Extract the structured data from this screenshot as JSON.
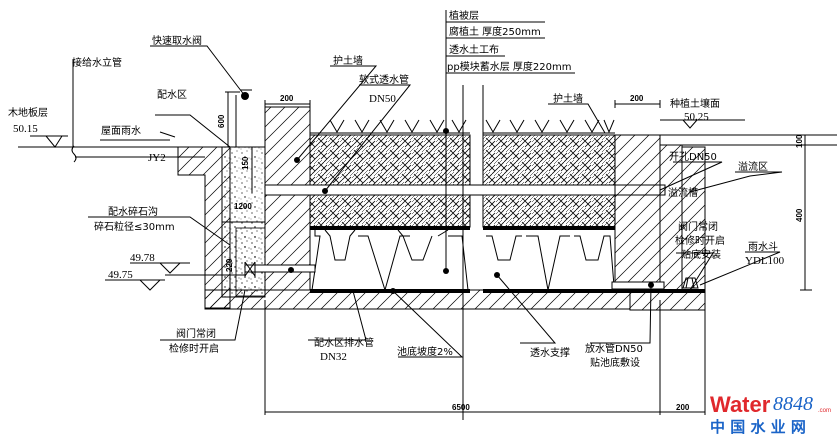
{
  "drawing": {
    "title": "屋顶花园蓄排水构造剖面",
    "labels": {
      "quick_valve": "快速取水阀",
      "supply_riser": "接给水立管",
      "wood_floor": "木地板层",
      "wood_floor_elev": "50.15",
      "distribution_zone": "配水区",
      "roof_rain": "屋面雨水",
      "pipe_jy2": "JY2",
      "retaining_wall_left": "护土墙",
      "soft_drain_pipe": "软式透水管",
      "soft_drain_pipe_size": "DN50",
      "planting_layer": "植被层",
      "soil_layer": "腐植土 厚度250mm",
      "geotextile": "透水土工布",
      "pp_module": "pp模块蓄水层 厚度220mm",
      "retaining_wall_right": "护土墙",
      "planting_surface": "种植土壤面",
      "planting_surface_elev": "50.25",
      "hole": "开孔DN50",
      "overflow_zone": "溢流区",
      "overflow_trough": "溢流槽",
      "gravel_trench": "配水碎石沟",
      "gravel_size": "碎石粒径≤30mm",
      "elev_1": "49.78",
      "elev_2": "49.75",
      "valve_closed_left": "阀门常闭",
      "valve_open_left": "检修时开启",
      "dist_drain_pipe": "配水区排水管",
      "dist_drain_size": "DN32",
      "slope": "池底坡度2%",
      "permeable_support": "透水支撑",
      "drain_pipe": "放水管DN50",
      "drain_pipe_note": "贴池底敷设",
      "valve_closed_right": "阀门常闭",
      "valve_open_right": "检修时开启",
      "install_bottom": "贴底安装",
      "rain_hopper": "雨水斗",
      "rain_hopper_model": "YDL100"
    },
    "dimensions": {
      "d600": "600",
      "d150": "150",
      "d1200": "1200",
      "d220": "220",
      "d200_top_left": "200",
      "d200_top_right": "200",
      "d100": "100",
      "d400": "400",
      "d6500": "6500",
      "d200_bottom": "200"
    }
  },
  "watermark": {
    "brand": "Water",
    "number": "8848",
    "domain": ".com",
    "chinese": "中 国 水 业 网"
  }
}
